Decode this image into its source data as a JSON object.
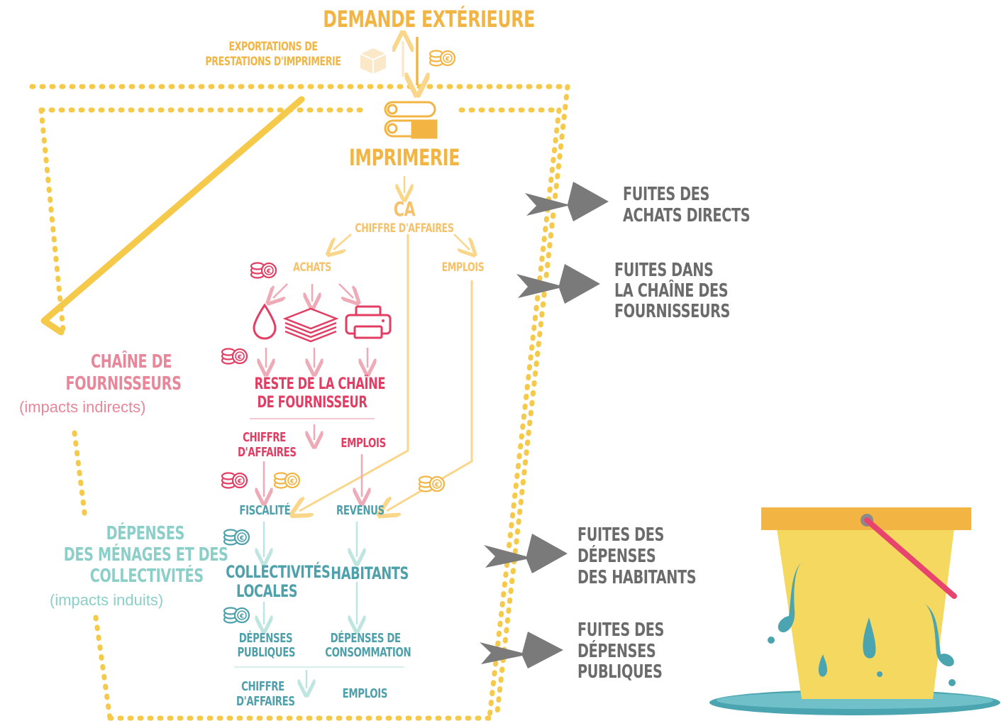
{
  "header": {
    "title": "DEMANDE EXTÉRIEURE",
    "exports": [
      "EXPORTATIONS DE",
      "PRESTATIONS D'IMPRIMERIE"
    ]
  },
  "printer": {
    "title": "IMPRIMERIE",
    "ca": "CA",
    "ca_full": "CHIFFRE D'AFFAIRES",
    "achats": "ACHATS",
    "emplois": "EMPLOIS"
  },
  "supply": {
    "reste": [
      "RESTE DE LA CHAÎNE",
      "DE FOURNISSEUR"
    ],
    "chiffre": [
      "CHIFFRE",
      "D'AFFAIRES"
    ],
    "emplois": "EMPLOIS",
    "side_title": [
      "CHAÎNE DE",
      "FOURNISSEURS"
    ],
    "side_sub": "(impacts indirects)"
  },
  "induced": {
    "fiscalite": "FISCALITÉ",
    "revenus": "REVENUS",
    "collectivites": [
      "COLLECTIVITÉS",
      "LOCALES"
    ],
    "habitants": "HABITANTS",
    "dep_publiques": [
      "DÉPENSES",
      "PUBLIQUES"
    ],
    "dep_conso": [
      "DÉPENSES DE",
      "CONSOMMATION"
    ],
    "chiffre": [
      "CHIFFRE",
      "D'AFFAIRES"
    ],
    "emplois": "EMPLOIS",
    "side_title": [
      "DÉPENSES",
      "DES MÉNAGES ET DES",
      "COLLECTIVITÉS"
    ],
    "side_sub": "(impacts induits)"
  },
  "leaks": [
    [
      "FUITES DES",
      "ACHATS DIRECTS"
    ],
    [
      "FUITES DANS",
      "LA CHAÎNE DES",
      "FOURNISSEURS"
    ],
    [
      "FUITES DES",
      "DÉPENSES",
      "DES HABITANTS"
    ],
    [
      "FUITES DES",
      "DÉPENSES",
      "PUBLIQUES"
    ]
  ],
  "icons": [
    "box-icon",
    "coins-icon",
    "printing-press-icon",
    "ink-drop-icon",
    "paper-stack-icon",
    "printer-icon",
    "bucket-icon",
    "arrow-icon"
  ],
  "colors": {
    "orange": "#f2b544",
    "light_orange": "#f9d68a",
    "pink": "#e8879a",
    "red": "#e23d63",
    "teal": "#4ea0aa",
    "light_teal": "#8ccfc8",
    "grey": "#6b6b6b",
    "bucket": "#f5d860"
  }
}
